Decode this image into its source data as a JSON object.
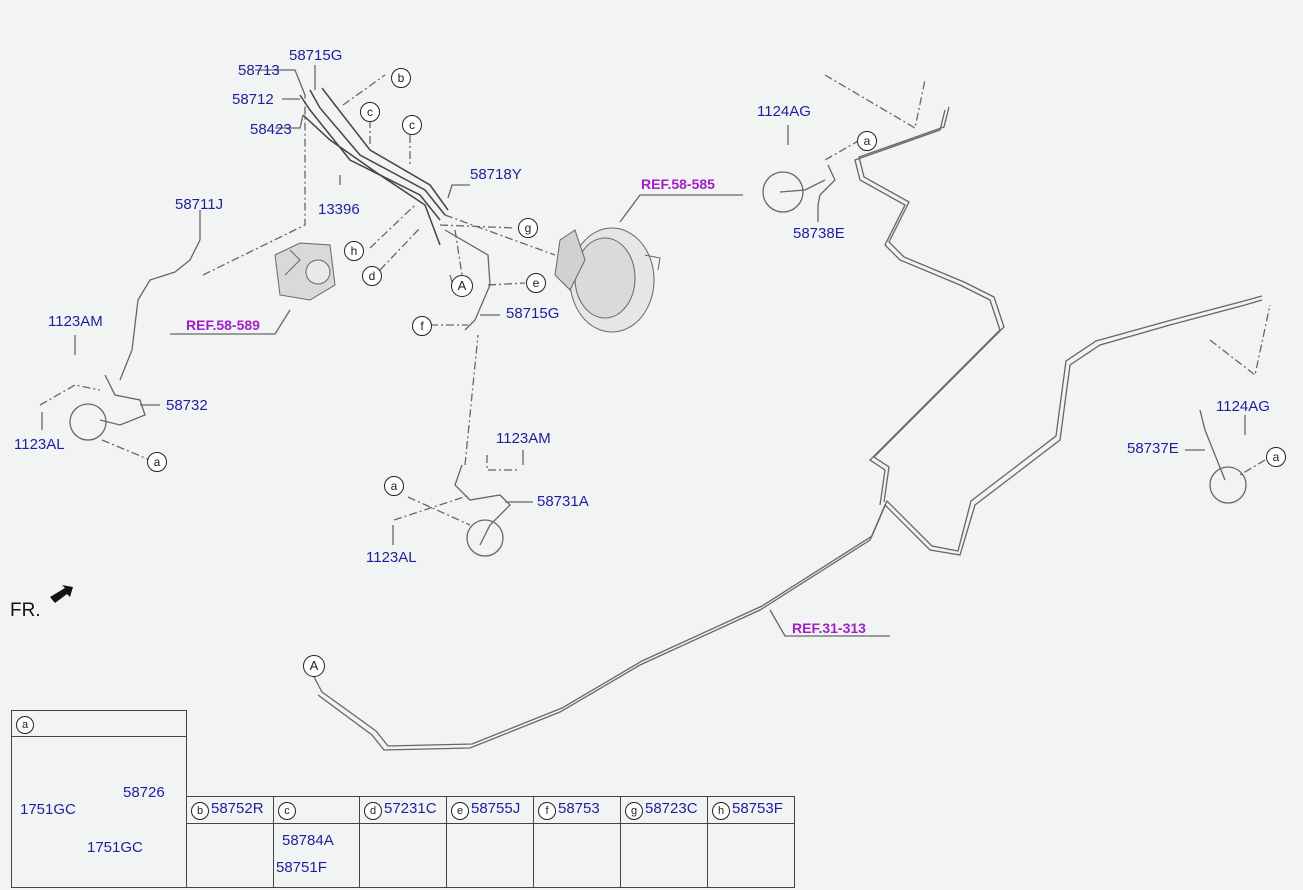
{
  "labels": {
    "l_58715G_top": "58715G",
    "l_58713": "58713",
    "l_58712": "58712",
    "l_58423": "58423",
    "l_13396": "13396",
    "l_58718Y": "58718Y",
    "l_58711J": "58711J",
    "l_1123AM_left": "1123AM",
    "l_58732": "58732",
    "l_1123AL_left": "1123AL",
    "l_58715G_mid": "58715G",
    "l_1123AM_mid": "1123AM",
    "l_58731A": "58731A",
    "l_1123AL_mid": "1123AL",
    "l_1124AG_top": "1124AG",
    "l_58738E": "58738E",
    "l_1124AG_right": "1124AG",
    "l_58737E": "58737E"
  },
  "refs": {
    "ref_58_585": "REF.58-585",
    "ref_58_589": "REF.58-589",
    "ref_31_313": "REF.31-313"
  },
  "callouts": {
    "b": "b",
    "c1": "c",
    "c2": "c",
    "g": "g",
    "h": "h",
    "d": "d",
    "A1": "A",
    "e": "e",
    "f": "f",
    "a_top": "a",
    "a_left": "a",
    "a_mid": "a",
    "a_right": "a",
    "A2": "A"
  },
  "front_indicator": "FR.",
  "legend": {
    "box_a": {
      "letter": "a",
      "labels": [
        "1751GC",
        "58726",
        "1751GC"
      ]
    },
    "cells": [
      {
        "letter": "b",
        "part": "58752R"
      },
      {
        "letter": "c",
        "part": "",
        "sub": [
          "58784A",
          "58751F"
        ]
      },
      {
        "letter": "d",
        "part": "57231C"
      },
      {
        "letter": "e",
        "part": "58755J"
      },
      {
        "letter": "f",
        "part": "58753"
      },
      {
        "letter": "g",
        "part": "58723C"
      },
      {
        "letter": "h",
        "part": "58753F"
      }
    ]
  },
  "colors": {
    "label": "#1e1e9e",
    "ref": "#a020c8",
    "line": "#555555",
    "background": "#f2f4f4"
  }
}
